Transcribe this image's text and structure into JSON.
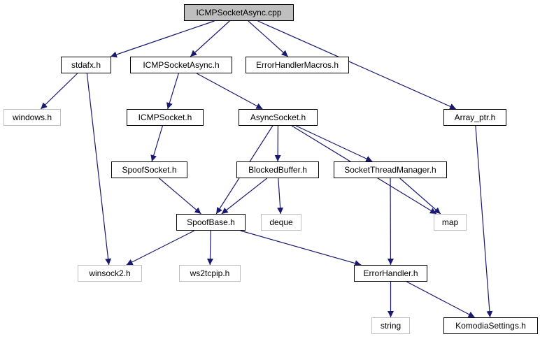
{
  "diagram": {
    "type": "include-dependency-graph",
    "edge_color": "#191970",
    "root_fill": "#bfbfbf",
    "external_border": "#bfbfbf",
    "nodes": {
      "icmpsocketasync_cpp": {
        "label": "ICMPSocketAsync.cpp",
        "kind": "root"
      },
      "stdafx_h": {
        "label": "stdafx.h",
        "kind": "internal"
      },
      "icmpsocketasync_h": {
        "label": "ICMPSocketAsync.h",
        "kind": "internal"
      },
      "errorhandlermacros_h": {
        "label": "ErrorHandlerMacros.h",
        "kind": "internal"
      },
      "array_ptr_h": {
        "label": "Array_ptr.h",
        "kind": "internal"
      },
      "windows_h": {
        "label": "windows.h",
        "kind": "external"
      },
      "icmpsocket_h": {
        "label": "ICMPSocket.h",
        "kind": "internal"
      },
      "asyncsocket_h": {
        "label": "AsyncSocket.h",
        "kind": "internal"
      },
      "spoofsocket_h": {
        "label": "SpoofSocket.h",
        "kind": "internal"
      },
      "blockedbuffer_h": {
        "label": "BlockedBuffer.h",
        "kind": "internal"
      },
      "socketthreadmanager_h": {
        "label": "SocketThreadManager.h",
        "kind": "internal"
      },
      "spoofbase_h": {
        "label": "SpoofBase.h",
        "kind": "internal"
      },
      "deque": {
        "label": "deque",
        "kind": "external"
      },
      "map": {
        "label": "map",
        "kind": "external"
      },
      "winsock2_h": {
        "label": "winsock2.h",
        "kind": "external"
      },
      "ws2tcpip_h": {
        "label": "ws2tcpip.h",
        "kind": "external"
      },
      "errorhandler_h": {
        "label": "ErrorHandler.h",
        "kind": "internal"
      },
      "string": {
        "label": "string",
        "kind": "external"
      },
      "komodiasettings_h": {
        "label": "KomodiaSettings.h",
        "kind": "internal"
      }
    },
    "edges": [
      [
        "icmpsocketasync_cpp",
        "stdafx_h"
      ],
      [
        "icmpsocketasync_cpp",
        "icmpsocketasync_h"
      ],
      [
        "icmpsocketasync_cpp",
        "errorhandlermacros_h"
      ],
      [
        "icmpsocketasync_cpp",
        "array_ptr_h"
      ],
      [
        "stdafx_h",
        "windows_h"
      ],
      [
        "stdafx_h",
        "winsock2_h"
      ],
      [
        "icmpsocketasync_h",
        "icmpsocket_h"
      ],
      [
        "icmpsocketasync_h",
        "asyncsocket_h"
      ],
      [
        "icmpsocket_h",
        "spoofsocket_h"
      ],
      [
        "spoofsocket_h",
        "spoofbase_h"
      ],
      [
        "asyncsocket_h",
        "spoofbase_h"
      ],
      [
        "asyncsocket_h",
        "blockedbuffer_h"
      ],
      [
        "asyncsocket_h",
        "socketthreadmanager_h"
      ],
      [
        "asyncsocket_h",
        "map"
      ],
      [
        "blockedbuffer_h",
        "spoofbase_h"
      ],
      [
        "blockedbuffer_h",
        "deque"
      ],
      [
        "socketthreadmanager_h",
        "map"
      ],
      [
        "socketthreadmanager_h",
        "errorhandler_h"
      ],
      [
        "spoofbase_h",
        "winsock2_h"
      ],
      [
        "spoofbase_h",
        "ws2tcpip_h"
      ],
      [
        "spoofbase_h",
        "errorhandler_h"
      ],
      [
        "errorhandler_h",
        "string"
      ],
      [
        "errorhandler_h",
        "komodiasettings_h"
      ],
      [
        "array_ptr_h",
        "komodiasettings_h"
      ]
    ]
  }
}
